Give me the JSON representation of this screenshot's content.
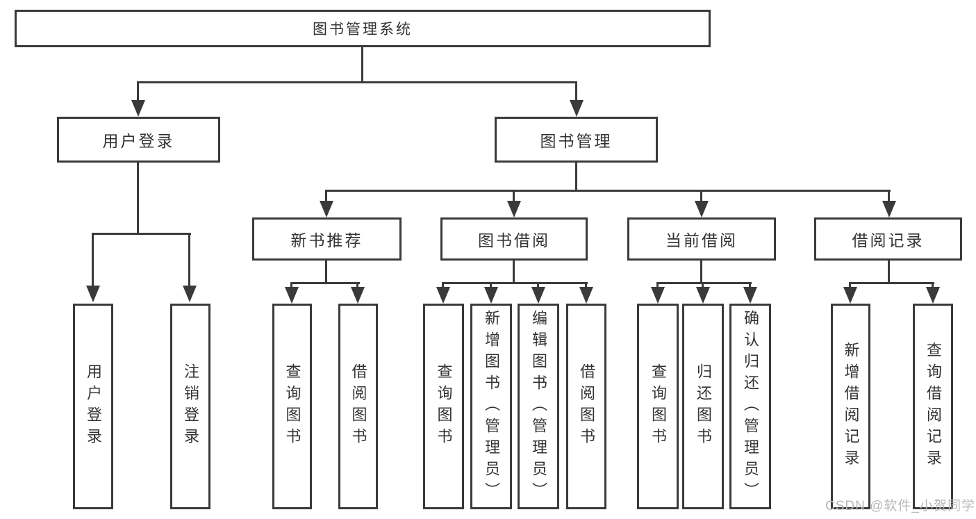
{
  "tree": {
    "root": {
      "label": "图书管理系统"
    },
    "branches": [
      {
        "label": "用户登录",
        "leaves": [
          "用户登录",
          "注销登录"
        ]
      },
      {
        "label": "图书管理",
        "children": [
          {
            "label": "新书推荐",
            "leaves": [
              "查询图书",
              "借阅图书"
            ]
          },
          {
            "label": "图书借阅",
            "leaves": [
              "查询图书",
              "新增图书（管理员）",
              "编辑图书（管理员）",
              "借阅图书"
            ]
          },
          {
            "label": "当前借阅",
            "leaves": [
              "查询图书",
              "归还图书",
              "确认归还（管理员）"
            ]
          },
          {
            "label": "借阅记录",
            "leaves": [
              "新增借阅记录",
              "查询借阅记录"
            ]
          }
        ]
      }
    ]
  },
  "watermark": "CSDN @软件_小贺同学",
  "colors": {
    "line": "#3a3a3a",
    "text": "#333333",
    "watermark": "#b9b9b9",
    "background": "#ffffff"
  }
}
